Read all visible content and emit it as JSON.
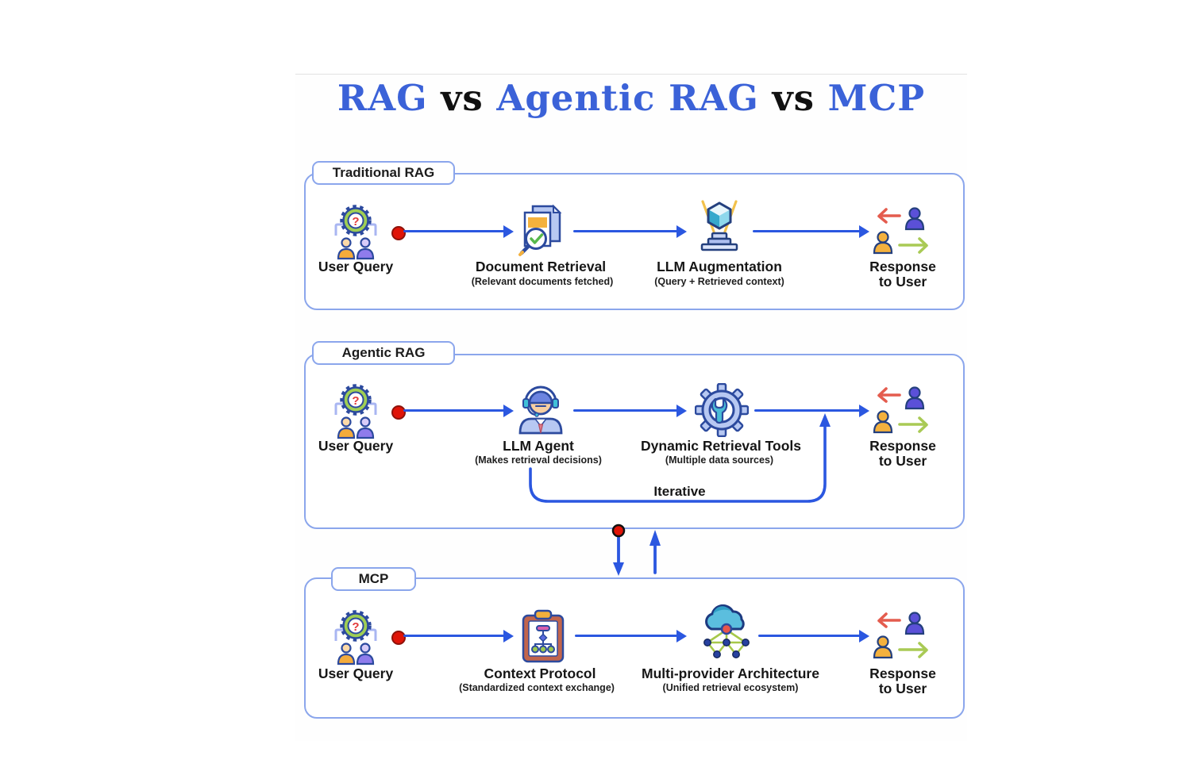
{
  "title": {
    "rag": "RAG",
    "vs1": "vs",
    "agentic": "Agentic RAG",
    "vs2": "vs",
    "mcp": "MCP"
  },
  "colors": {
    "title_blue": "#3b62d8",
    "arrow_blue": "#2b57e0",
    "panel_border": "#8ba6ec",
    "marker_red": "#e01408",
    "gear_green": "#9fce54",
    "accent_orange": "#f4b13d",
    "accent_purple": "#5b50d8",
    "accent_teal": "#45b8d4"
  },
  "panels": [
    {
      "label": "Traditional RAG",
      "steps": [
        {
          "icon": "user-query",
          "name": "User Query",
          "sub": ""
        },
        {
          "icon": "document-retrieval",
          "name": "Document Retrieval",
          "sub": "(Relevant documents fetched)"
        },
        {
          "icon": "llm-augmentation",
          "name": "LLM Augmentation",
          "sub": "(Query + Retrieved context)"
        },
        {
          "icon": "response-to-user",
          "name": "Response\nto User",
          "sub": ""
        }
      ]
    },
    {
      "label": "Agentic RAG",
      "loop_label": "Iterative",
      "steps": [
        {
          "icon": "user-query",
          "name": "User Query",
          "sub": ""
        },
        {
          "icon": "llm-agent",
          "name": "LLM Agent",
          "sub": "(Makes retrieval decisions)"
        },
        {
          "icon": "dynamic-retrieval-tools",
          "name": "Dynamic Retrieval Tools",
          "sub": "(Multiple data sources)"
        },
        {
          "icon": "response-to-user",
          "name": "Response\nto User",
          "sub": ""
        }
      ]
    },
    {
      "label": "MCP",
      "steps": [
        {
          "icon": "user-query",
          "name": "User Query",
          "sub": ""
        },
        {
          "icon": "context-protocol",
          "name": "Context Protocol",
          "sub": "(Standardized context exchange)"
        },
        {
          "icon": "multi-provider-architecture",
          "name": "Multi-provider Architecture",
          "sub": "(Unified retrieval ecosystem)"
        },
        {
          "icon": "response-to-user",
          "name": "Response\nto User",
          "sub": ""
        }
      ]
    }
  ]
}
